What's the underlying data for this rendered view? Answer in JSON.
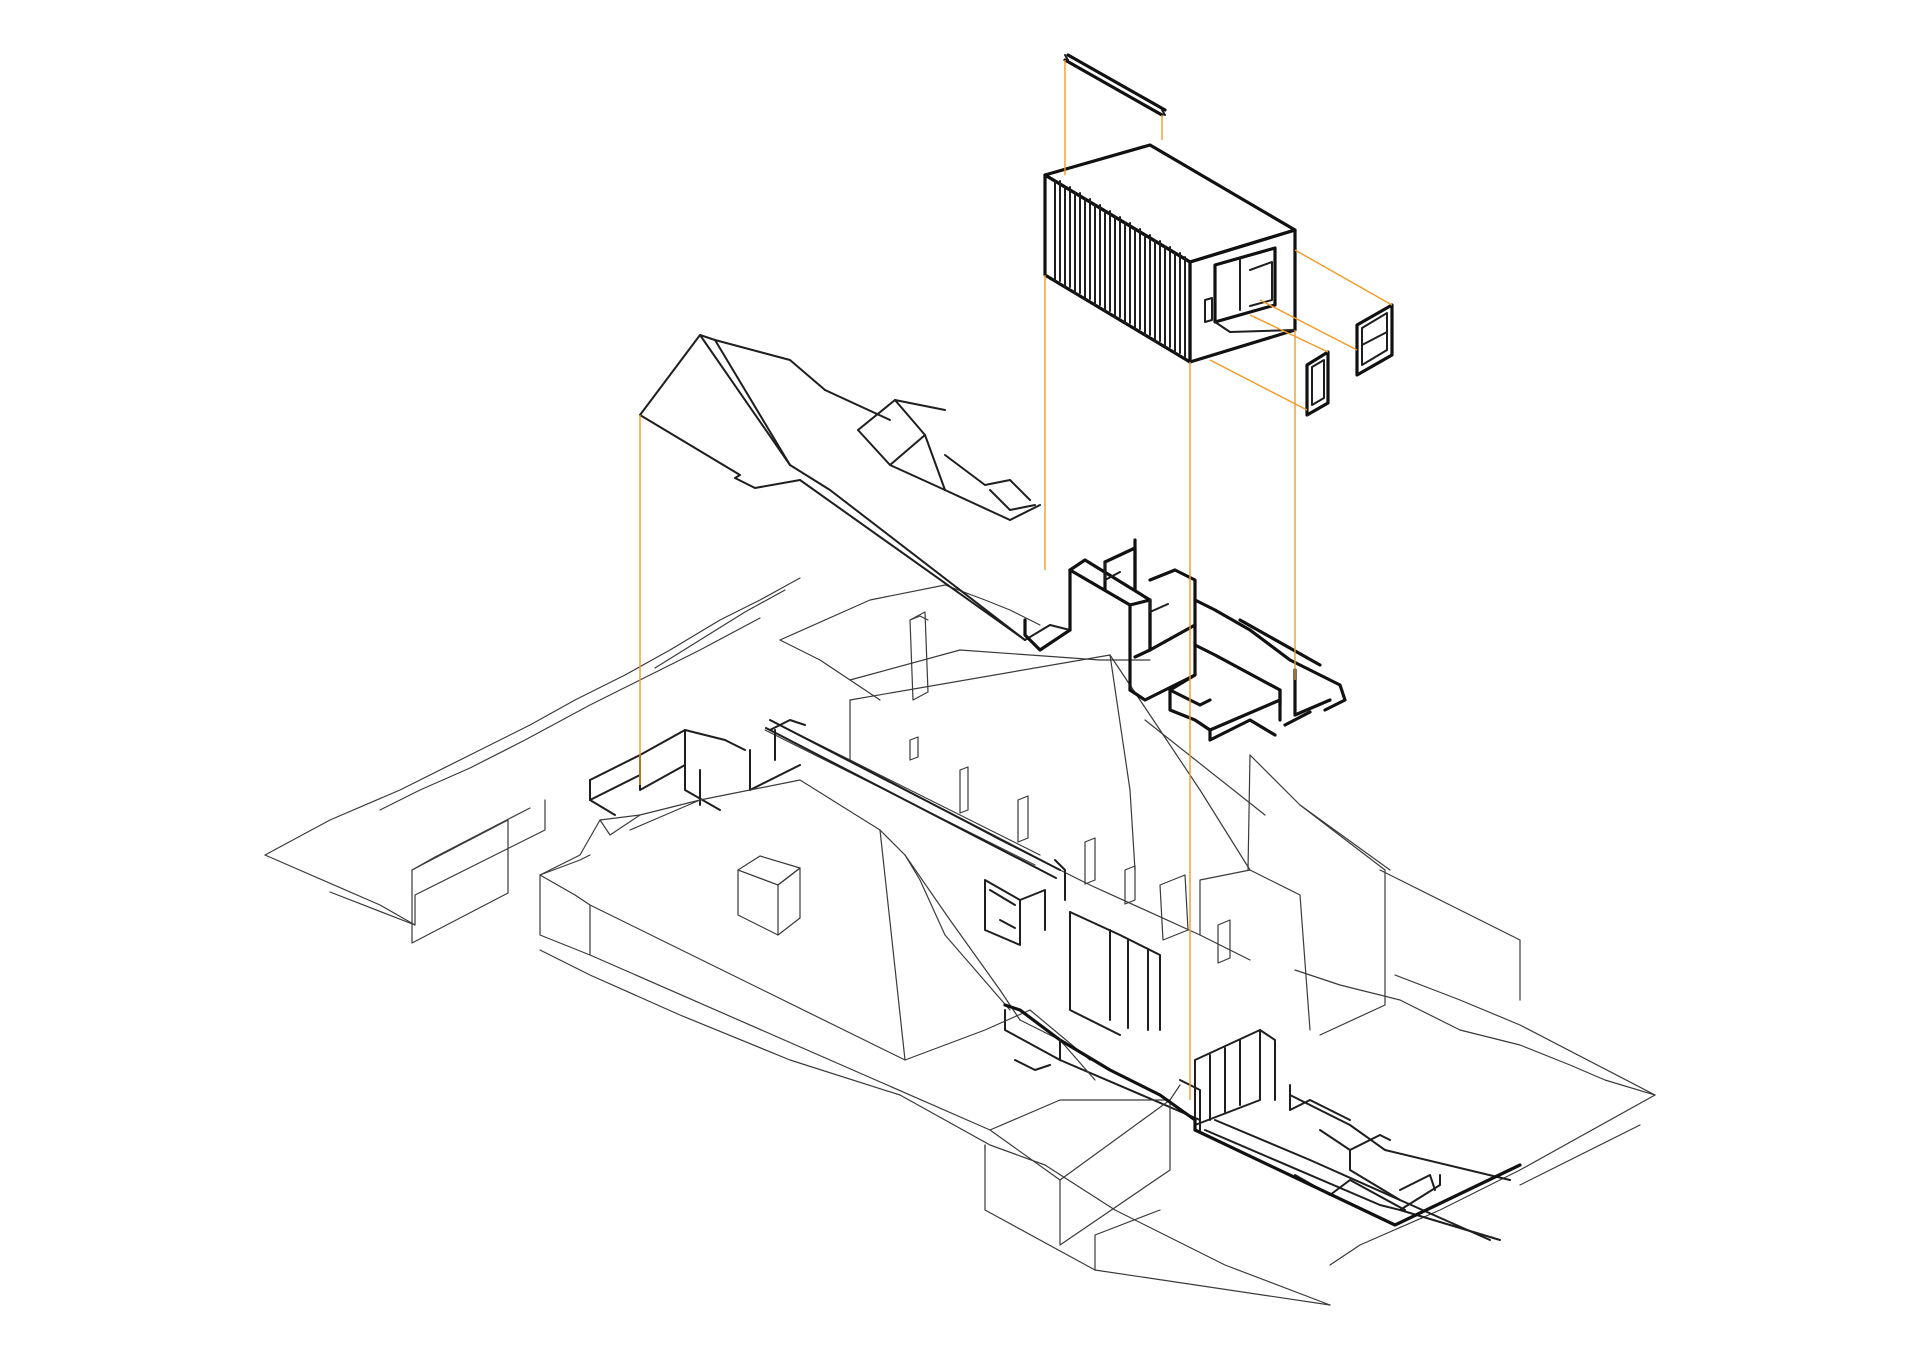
{
  "drawing": {
    "type": "exploded axonometric",
    "background_color": "#ffffff",
    "line_color": "#111111",
    "guide_color": "#f29a25",
    "components": [
      "terrain",
      "existing-terrace-houses",
      "rear-extension",
      "main-roof",
      "upper-roof-frame",
      "timber-clad-volume",
      "roof-slab",
      "window-panel",
      "door-panel",
      "projection-guides"
    ]
  }
}
